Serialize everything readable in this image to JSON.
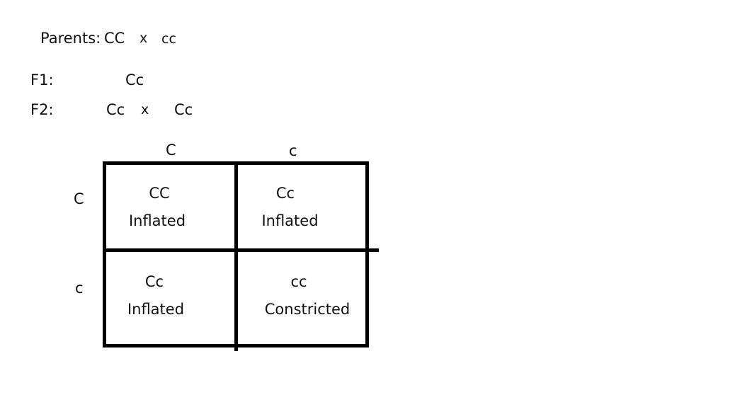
{
  "cross": {
    "parents": {
      "label": "Parents:",
      "genotype_1": "CC",
      "cross_symbol": "x",
      "genotype_2": "cc"
    },
    "f1": {
      "label": "F1:",
      "genotype": "Cc"
    },
    "f2": {
      "label": "F2:",
      "genotype_1": "Cc",
      "cross_symbol": "x",
      "genotype_2": "Cc"
    }
  },
  "punnett": {
    "column_gametes": [
      "C",
      "c"
    ],
    "row_gametes": [
      "C",
      "c"
    ],
    "cells": [
      [
        {
          "genotype": "CC",
          "phenotype": "Inflated"
        },
        {
          "genotype": "Cc",
          "phenotype": "Inflated"
        }
      ],
      [
        {
          "genotype": "Cc",
          "phenotype": "Inflated"
        },
        {
          "genotype": "cc",
          "phenotype": "Constricted"
        }
      ]
    ]
  },
  "colors": {
    "background": "#ffffff",
    "ink": "#111111",
    "grid": "#000000"
  }
}
